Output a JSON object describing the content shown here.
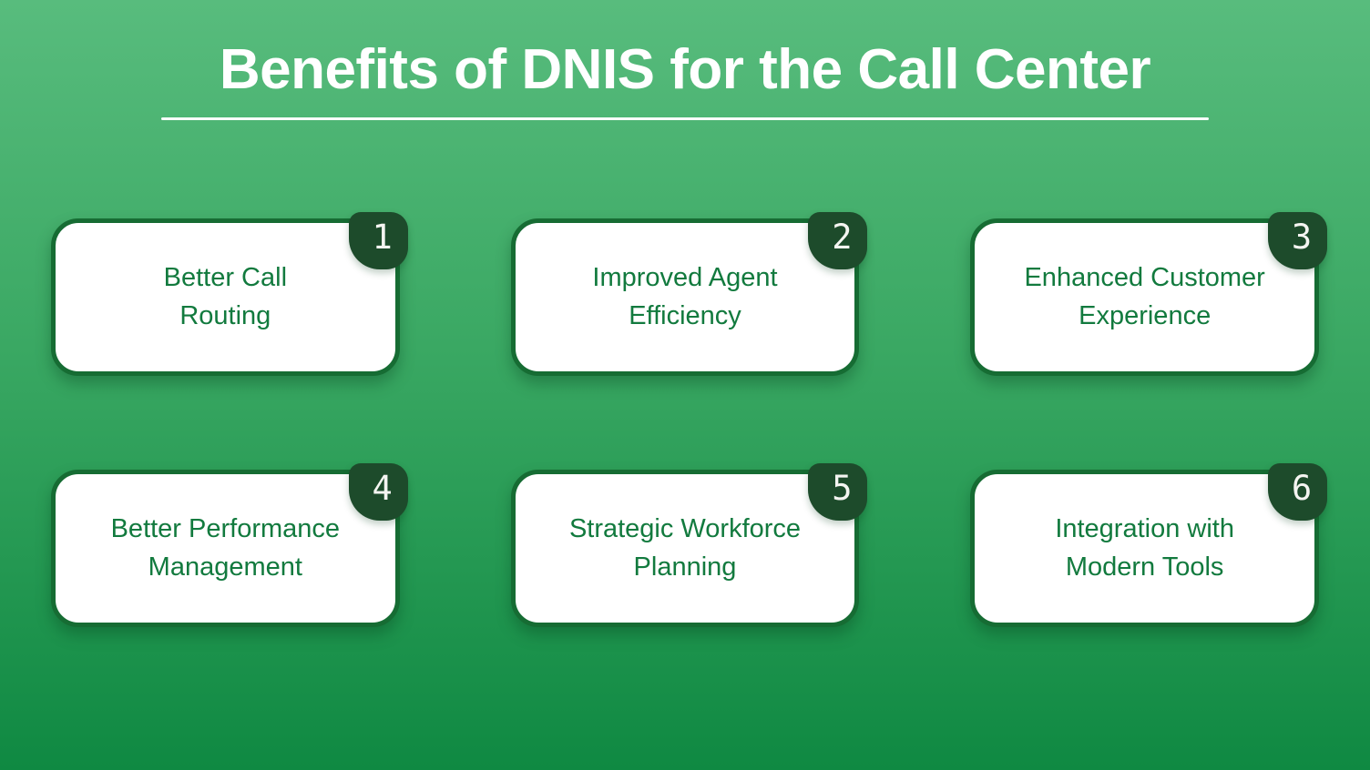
{
  "title": "Benefits of DNIS for the Call Center",
  "colors": {
    "background_top": "#58bc7d",
    "background_bottom": "#0f8942",
    "card_background": "#ffffff",
    "card_border": "#166c33",
    "card_text": "#127a3e",
    "badge_background": "#1d4b2b",
    "badge_text": "#f4f5f1",
    "title_text": "#ffffff"
  },
  "cards": [
    {
      "number": "1",
      "title": "Better Call\nRouting"
    },
    {
      "number": "2",
      "title": "Improved Agent\nEfficiency"
    },
    {
      "number": "3",
      "title": "Enhanced Customer\nExperience"
    },
    {
      "number": "4",
      "title": "Better Performance\nManagement"
    },
    {
      "number": "5",
      "title": "Strategic Workforce\nPlanning"
    },
    {
      "number": "6",
      "title": "Integration with\nModern Tools"
    }
  ]
}
